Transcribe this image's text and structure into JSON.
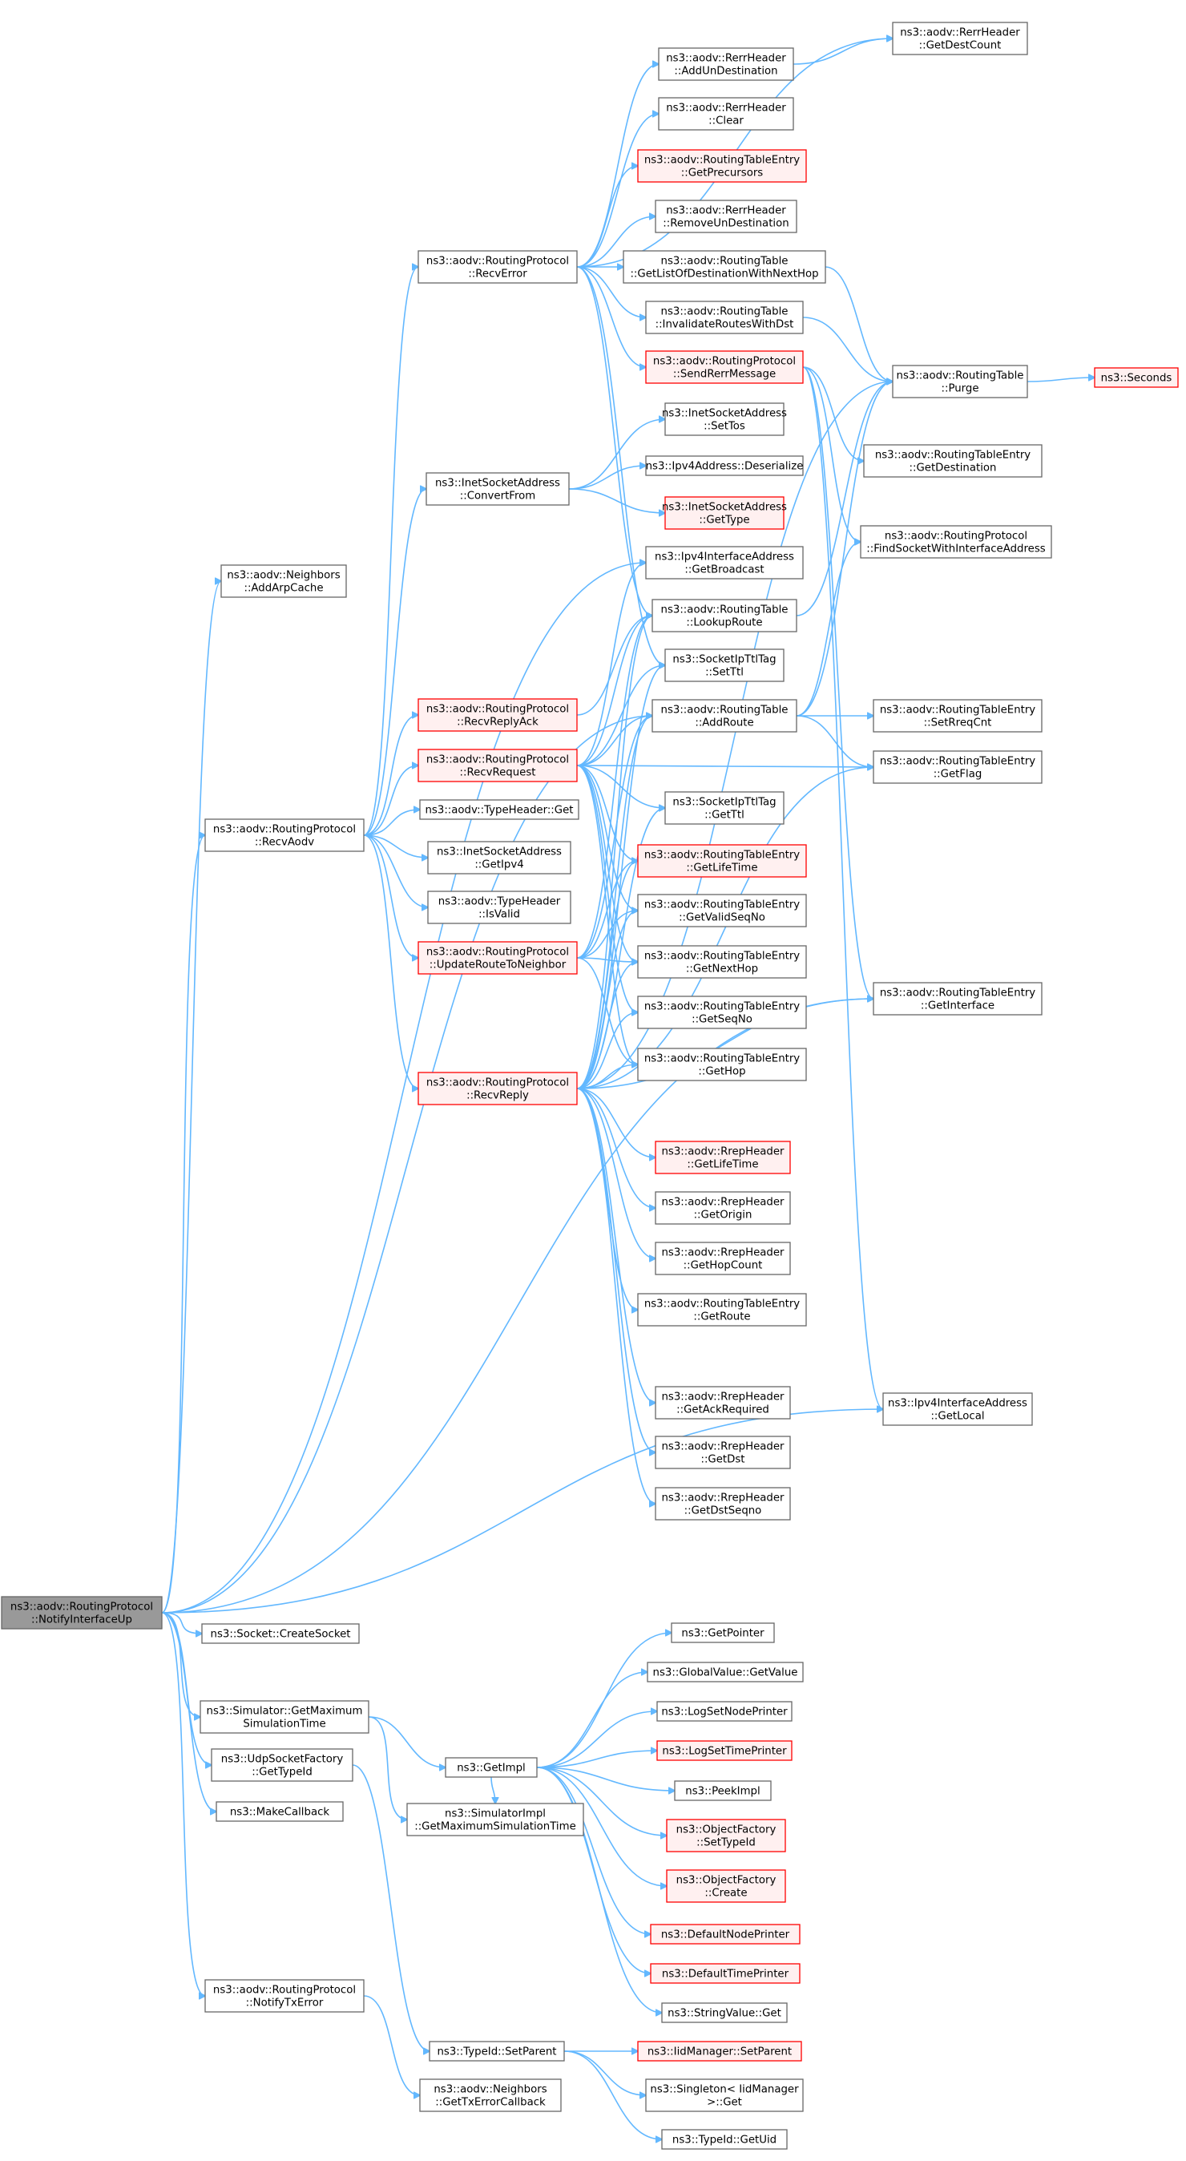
{
  "nodes": [
    {
      "id": "root",
      "lines": [
        "ns3::aodv::RoutingProtocol",
        "::NotifyInterfaceUp"
      ]
    },
    {
      "id": "addArpCache",
      "lines": [
        "ns3::aodv::Neighbors",
        "::AddArpCache"
      ]
    },
    {
      "id": "recvAodv",
      "lines": [
        "ns3::aodv::RoutingProtocol",
        "::RecvAodv"
      ]
    },
    {
      "id": "createSocket",
      "lines": [
        "ns3::Socket::CreateSocket"
      ]
    },
    {
      "id": "getMaxSimTime",
      "lines": [
        "ns3::Simulator::GetMaximum",
        "SimulationTime"
      ]
    },
    {
      "id": "udpGetTypeId",
      "lines": [
        "ns3::UdpSocketFactory",
        "::GetTypeId"
      ]
    },
    {
      "id": "makeCallback",
      "lines": [
        "ns3::MakeCallback"
      ]
    },
    {
      "id": "notifyTxError",
      "lines": [
        "ns3::aodv::RoutingProtocol",
        "::NotifyTxError"
      ]
    },
    {
      "id": "recvError",
      "lines": [
        "ns3::aodv::RoutingProtocol",
        "::RecvError"
      ]
    },
    {
      "id": "convertFrom",
      "lines": [
        "ns3::InetSocketAddress",
        "::ConvertFrom"
      ]
    },
    {
      "id": "recvReplyAck",
      "lines": [
        "ns3::aodv::RoutingProtocol",
        "::RecvReplyAck"
      ]
    },
    {
      "id": "recvRequest",
      "lines": [
        "ns3::aodv::RoutingProtocol",
        "::RecvRequest"
      ]
    },
    {
      "id": "typeHeaderGet",
      "lines": [
        "ns3::aodv::TypeHeader::Get"
      ]
    },
    {
      "id": "getIpv4",
      "lines": [
        "ns3::InetSocketAddress",
        "::GetIpv4"
      ]
    },
    {
      "id": "isValid",
      "lines": [
        "ns3::aodv::TypeHeader",
        "::IsValid"
      ]
    },
    {
      "id": "updateRouteToNeighbor",
      "lines": [
        "ns3::aodv::RoutingProtocol",
        "::UpdateRouteToNeighbor"
      ]
    },
    {
      "id": "recvReply",
      "lines": [
        "ns3::aodv::RoutingProtocol",
        "::RecvReply"
      ]
    },
    {
      "id": "getImpl",
      "lines": [
        "ns3::GetImpl"
      ]
    },
    {
      "id": "simImplGetMax",
      "lines": [
        "ns3::SimulatorImpl",
        "::GetMaximumSimulationTime"
      ]
    },
    {
      "id": "typeIdSetParent",
      "lines": [
        "ns3::TypeId::SetParent"
      ]
    },
    {
      "id": "getTxErrorCallback",
      "lines": [
        "ns3::aodv::Neighbors",
        "::GetTxErrorCallback"
      ]
    },
    {
      "id": "addUnDestination",
      "lines": [
        "ns3::aodv::RerrHeader",
        "::AddUnDestination"
      ]
    },
    {
      "id": "rerrClear",
      "lines": [
        "ns3::aodv::RerrHeader",
        "::Clear"
      ]
    },
    {
      "id": "getPrecursors",
      "lines": [
        "ns3::aodv::RoutingTableEntry",
        "::GetPrecursors"
      ]
    },
    {
      "id": "removeUnDestination",
      "lines": [
        "ns3::aodv::RerrHeader",
        "::RemoveUnDestination"
      ]
    },
    {
      "id": "getListOfDest",
      "lines": [
        "ns3::aodv::RoutingTable",
        "::GetListOfDestinationWithNextHop"
      ]
    },
    {
      "id": "invalidateRoutes",
      "lines": [
        "ns3::aodv::RoutingTable",
        "::InvalidateRoutesWithDst"
      ]
    },
    {
      "id": "sendRerrMessage",
      "lines": [
        "ns3::aodv::RoutingProtocol",
        "::SendRerrMessage"
      ]
    },
    {
      "id": "setTos",
      "lines": [
        "ns3::InetSocketAddress",
        "::SetTos"
      ]
    },
    {
      "id": "ipv4Deserialize",
      "lines": [
        "ns3::Ipv4Address::Deserialize"
      ]
    },
    {
      "id": "inetGetType",
      "lines": [
        "ns3::InetSocketAddress",
        "::GetType"
      ]
    },
    {
      "id": "getBroadcast",
      "lines": [
        "ns3::Ipv4InterfaceAddress",
        "::GetBroadcast"
      ]
    },
    {
      "id": "lookupRoute",
      "lines": [
        "ns3::aodv::RoutingTable",
        "::LookupRoute"
      ]
    },
    {
      "id": "setTtl",
      "lines": [
        "ns3::SocketIpTtlTag",
        "::SetTtl"
      ]
    },
    {
      "id": "addRoute",
      "lines": [
        "ns3::aodv::RoutingTable",
        "::AddRoute"
      ]
    },
    {
      "id": "getTtl",
      "lines": [
        "ns3::SocketIpTtlTag",
        "::GetTtl"
      ]
    },
    {
      "id": "getLifeTime",
      "lines": [
        "ns3::aodv::RoutingTableEntry",
        "::GetLifeTime"
      ]
    },
    {
      "id": "getValidSeqNo",
      "lines": [
        "ns3::aodv::RoutingTableEntry",
        "::GetValidSeqNo"
      ]
    },
    {
      "id": "getNextHop",
      "lines": [
        "ns3::aodv::RoutingTableEntry",
        "::GetNextHop"
      ]
    },
    {
      "id": "getSeqNo",
      "lines": [
        "ns3::aodv::RoutingTableEntry",
        "::GetSeqNo"
      ]
    },
    {
      "id": "getHop",
      "lines": [
        "ns3::aodv::RoutingTableEntry",
        "::GetHop"
      ]
    },
    {
      "id": "rrepGetLifeTime",
      "lines": [
        "ns3::aodv::RrepHeader",
        "::GetLifeTime"
      ]
    },
    {
      "id": "rrepGetOrigin",
      "lines": [
        "ns3::aodv::RrepHeader",
        "::GetOrigin"
      ]
    },
    {
      "id": "rrepGetHopCount",
      "lines": [
        "ns3::aodv::RrepHeader",
        "::GetHopCount"
      ]
    },
    {
      "id": "rteGetRoute",
      "lines": [
        "ns3::aodv::RoutingTableEntry",
        "::GetRoute"
      ]
    },
    {
      "id": "rrepGetAckRequired",
      "lines": [
        "ns3::aodv::RrepHeader",
        "::GetAckRequired"
      ]
    },
    {
      "id": "rrepGetDst",
      "lines": [
        "ns3::aodv::RrepHeader",
        "::GetDst"
      ]
    },
    {
      "id": "rrepGetDstSeqno",
      "lines": [
        "ns3::aodv::RrepHeader",
        "::GetDstSeqno"
      ]
    },
    {
      "id": "getPointer",
      "lines": [
        "ns3::GetPointer"
      ]
    },
    {
      "id": "globalGetValue",
      "lines": [
        "ns3::GlobalValue::GetValue"
      ]
    },
    {
      "id": "logSetNodePrinter",
      "lines": [
        "ns3::LogSetNodePrinter"
      ]
    },
    {
      "id": "logSetTimePrinter",
      "lines": [
        "ns3::LogSetTimePrinter"
      ]
    },
    {
      "id": "peekImpl",
      "lines": [
        "ns3::PeekImpl"
      ]
    },
    {
      "id": "ofSetTypeId",
      "lines": [
        "ns3::ObjectFactory",
        "::SetTypeId"
      ]
    },
    {
      "id": "ofCreate",
      "lines": [
        "ns3::ObjectFactory",
        "::Create"
      ]
    },
    {
      "id": "defaultNodePrinter",
      "lines": [
        "ns3::DefaultNodePrinter"
      ]
    },
    {
      "id": "defaultTimePrinter",
      "lines": [
        "ns3::DefaultTimePrinter"
      ]
    },
    {
      "id": "stringValueGet",
      "lines": [
        "ns3::StringValue::Get"
      ]
    },
    {
      "id": "iidSetParent",
      "lines": [
        "ns3::IidManager::SetParent"
      ]
    },
    {
      "id": "singletonGet",
      "lines": [
        "ns3::Singleton< IidManager",
        ">::Get"
      ]
    },
    {
      "id": "typeIdGetUid",
      "lines": [
        "ns3::TypeId::GetUid"
      ]
    },
    {
      "id": "getDestCount",
      "lines": [
        "ns3::aodv::RerrHeader",
        "::GetDestCount"
      ]
    },
    {
      "id": "purge",
      "lines": [
        "ns3::aodv::RoutingTable",
        "::Purge"
      ]
    },
    {
      "id": "getDestination",
      "lines": [
        "ns3::aodv::RoutingTableEntry",
        "::GetDestination"
      ]
    },
    {
      "id": "findSocket",
      "lines": [
        "ns3::aodv::RoutingProtocol",
        "::FindSocketWithInterfaceAddress"
      ]
    },
    {
      "id": "setReqCnt",
      "lines": [
        "ns3::aodv::RoutingTableEntry",
        "::SetRreqCnt"
      ]
    },
    {
      "id": "getFlag",
      "lines": [
        "ns3::aodv::RoutingTableEntry",
        "::GetFlag"
      ]
    },
    {
      "id": "getInterface",
      "lines": [
        "ns3::aodv::RoutingTableEntry",
        "::GetInterface"
      ]
    },
    {
      "id": "getLocal",
      "lines": [
        "ns3::Ipv4InterfaceAddress",
        "::GetLocal"
      ]
    },
    {
      "id": "seconds",
      "lines": [
        "ns3::Seconds"
      ]
    }
  ]
}
